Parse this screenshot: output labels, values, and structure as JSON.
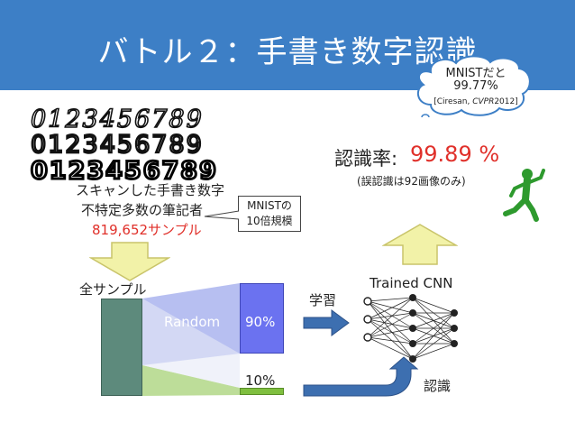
{
  "title": "バトル２：手書き数字認識",
  "bubble": {
    "line1": "MNISTだと",
    "line2": "99.77%",
    "citation_prefix": "[Ciresan, ",
    "citation_venue": "CVPR",
    "citation_suffix": "2012]"
  },
  "digit_samples": [
    "0123456789",
    "0123456789",
    "0123456789"
  ],
  "accuracy": {
    "label": "認識率:",
    "value": "99.89 %",
    "note": "(誤認識は92画像のみ)"
  },
  "dataset": {
    "line1": "スキャンした手書き数字",
    "line2": "不特定多数の筆記者",
    "count": "819,652サンプル"
  },
  "callout": {
    "line1": "MNISTの",
    "line2": "10倍規模"
  },
  "split": {
    "all_label": "全サンプル",
    "random_label": "Random",
    "train_pct": "90%",
    "test_pct": "10%"
  },
  "network": {
    "title": "Trained CNN",
    "train_label": "学習",
    "recognize_label": "認識"
  },
  "colors": {
    "title_bar": "#3d7fc6",
    "accent_red": "#e0302a",
    "train_box": "#6b72f0",
    "test_box": "#7fbf3f",
    "all_box": "#5d8a7c",
    "arrow_blue": "#3d6fb0",
    "arrow_yellow": "#f2f2a8",
    "runner": "#2e9a2e"
  }
}
